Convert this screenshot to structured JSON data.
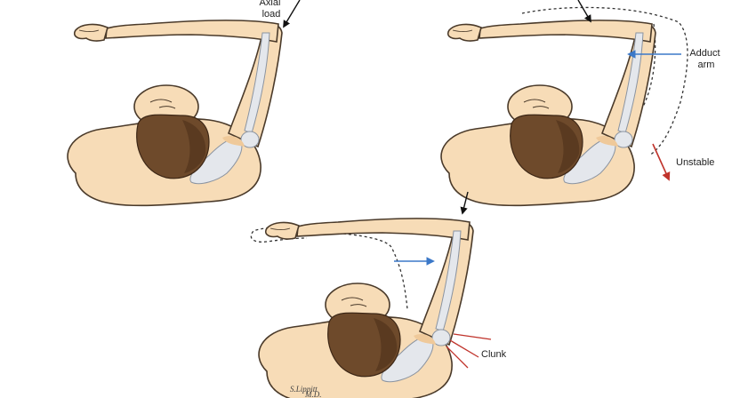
{
  "labels": {
    "axial_load": [
      "Axial",
      "load"
    ],
    "adduct_arm": [
      "Adduct",
      "arm"
    ],
    "unstable": "Unstable",
    "clunk": "Clunk"
  },
  "signature": [
    "S.Lippitt",
    "M.D."
  ],
  "colors": {
    "skin": "#f7dcb7",
    "hair": "#6e4a2b",
    "bone": "#e4e7ec",
    "force_arrow": "#3b78c8",
    "instability_arrow": "#c0332b"
  }
}
